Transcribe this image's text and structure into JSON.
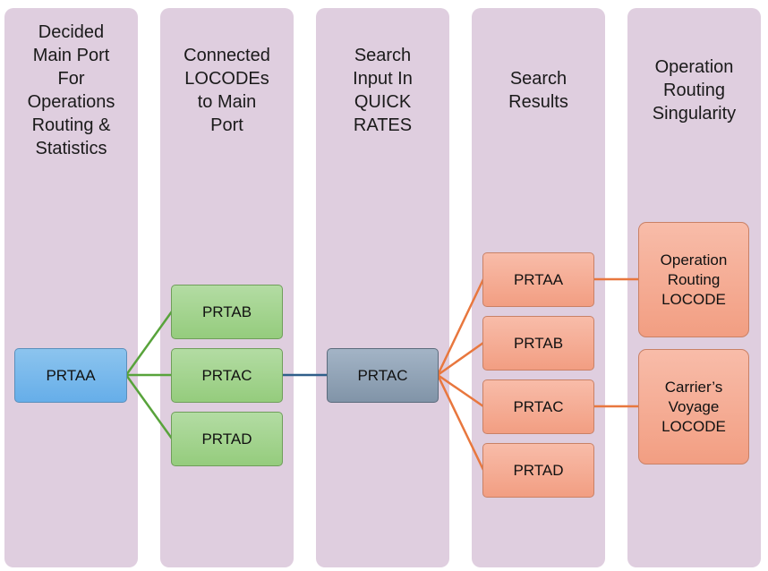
{
  "lanes": [
    {
      "title": "Decided\nMain Port\nFor\nOperations\nRouting &\nStatistics"
    },
    {
      "title": "Connected\nLOCODEs\nto Main\nPort"
    },
    {
      "title": "Search\nInput In\nQUICK\nRATES"
    },
    {
      "title": "Search\nResults"
    },
    {
      "title": "Operation\nRouting\nSingularity"
    }
  ],
  "nodes": {
    "main_port": "PRTAA",
    "connected": [
      "PRTAB",
      "PRTAC",
      "PRTAD"
    ],
    "search_input": "PRTAC",
    "results": [
      "PRTAA",
      "PRTAB",
      "PRTAC",
      "PRTAD"
    ],
    "singularity": [
      "Operation\nRouting\nLOCODE",
      "Carrier’s\nVoyage\nLOCODE"
    ]
  },
  "colors": {
    "lane": "#dfcedf",
    "green_connector": "#58a33b",
    "blue_connector": "#2f5f8a",
    "orange_connector": "#e8773e"
  }
}
